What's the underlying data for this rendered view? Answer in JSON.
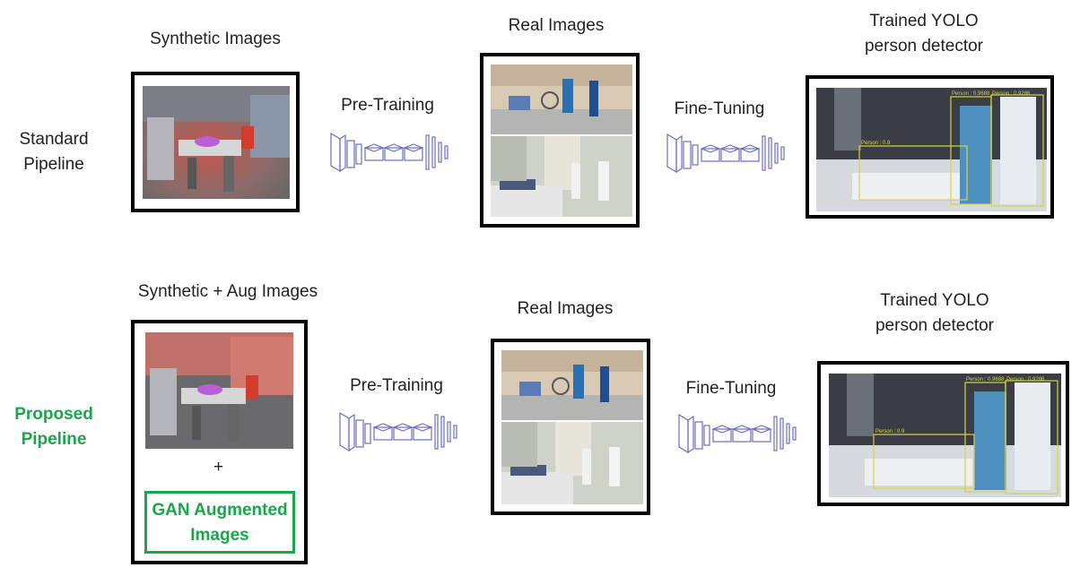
{
  "standard": {
    "row_label": [
      "Standard",
      "Pipeline"
    ],
    "synthetic_title": "Synthetic Images",
    "pretrain_label": "Pre-Training",
    "real_title": "Real Images",
    "finetune_label": "Fine-Tuning",
    "trained_title": [
      "Trained YOLO",
      "person detector"
    ],
    "detections": [
      {
        "label": "Person : 0.9688"
      },
      {
        "label": "Person : 0.9286"
      },
      {
        "label": "Person : 0.9"
      }
    ]
  },
  "proposed": {
    "row_label": [
      "Proposed",
      "Pipeline"
    ],
    "synthetic_title": "Synthetic + Aug Images",
    "plus": "+",
    "gan_label": [
      "GAN Augmented",
      "Images"
    ],
    "pretrain_label": "Pre-Training",
    "real_title": "Real Images",
    "finetune_label": "Fine-Tuning",
    "trained_title": [
      "Trained YOLO",
      "person detector"
    ],
    "detections": [
      {
        "label": "Person : 0.9688"
      },
      {
        "label": "Person : 0.9286"
      },
      {
        "label": "Person : 0.9"
      }
    ]
  },
  "colors": {
    "proposed_accent": "#1aa64a",
    "network": "#6b6fc0",
    "detection_box": "#d4d44a"
  }
}
